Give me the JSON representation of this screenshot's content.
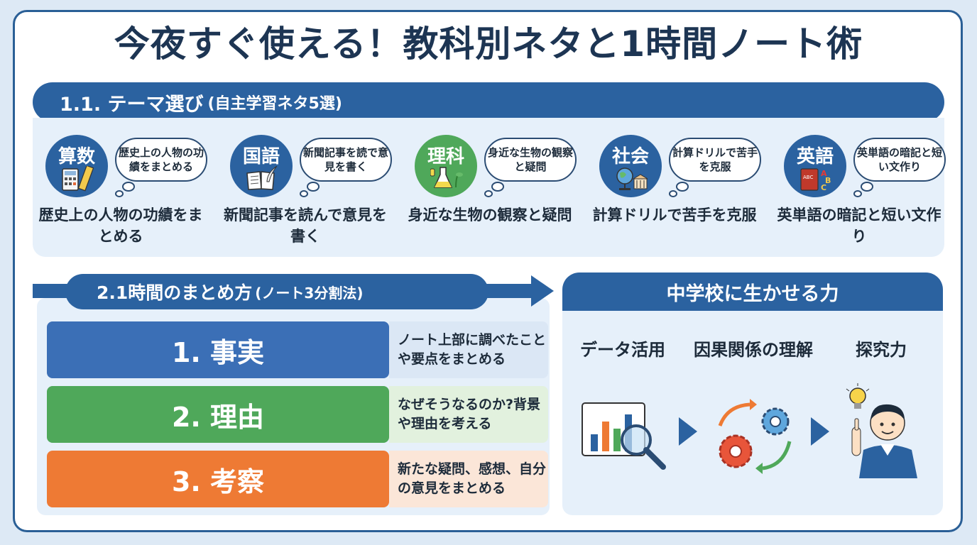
{
  "title": "今夜すぐ使える！教科別ネタと1時間ノート術",
  "section1": {
    "heading": "1.1. テーマ選び",
    "heading_sub": "(自主学習ネタ5選)",
    "subjects": [
      {
        "name": "算数",
        "bubble": "歴史上の人物の功績をまとめる",
        "caption": "歴史上の人物の功績をまとめる",
        "icon": "calculator-ruler-icon"
      },
      {
        "name": "国語",
        "bubble": "新聞記事を読で意見を書く",
        "caption": "新聞記事を読んで意見を書く",
        "icon": "book-quill-icon"
      },
      {
        "name": "理科",
        "bubble": "身近な生物の観察と疑問",
        "caption": "身近な生物の観察と疑問",
        "icon": "flask-plant-icon"
      },
      {
        "name": "社会",
        "bubble": "計算ドリルで苦手を克服",
        "caption": "計算ドリルで苦手を克服",
        "icon": "globe-building-icon"
      },
      {
        "name": "英語",
        "bubble": "英単語の暗記と短い文作り",
        "caption": "英単語の暗記と短い文作り",
        "icon": "abc-book-icon",
        "icon_text": "ABC"
      }
    ]
  },
  "section2": {
    "heading": "2.1時間のまとめ方",
    "heading_sub": "(ノート3分割法)",
    "steps": [
      {
        "label": "1. 事実",
        "note": "ノート上部に調べたことや要点をまとめる",
        "color": "#3b6fb6",
        "note_bg": "#dbe7f5"
      },
      {
        "label": "2. 理由",
        "note": "なぜそうなるのか?背景や理由を考える",
        "color": "#4fa85a",
        "note_bg": "#e2f1de"
      },
      {
        "label": "3. 考察",
        "note": "新たな疑問、感想、自分の意見をまとめる",
        "color": "#ee7a34",
        "note_bg": "#fbe6d8"
      }
    ]
  },
  "section3": {
    "heading": "中学校に生かせる力",
    "skills": [
      {
        "label": "データ活用",
        "icon": "chart-magnifier-icon"
      },
      {
        "label": "因果関係の理解",
        "icon": "gears-cycle-icon"
      },
      {
        "label": "探究力",
        "icon": "student-lightbulb-icon"
      }
    ]
  }
}
